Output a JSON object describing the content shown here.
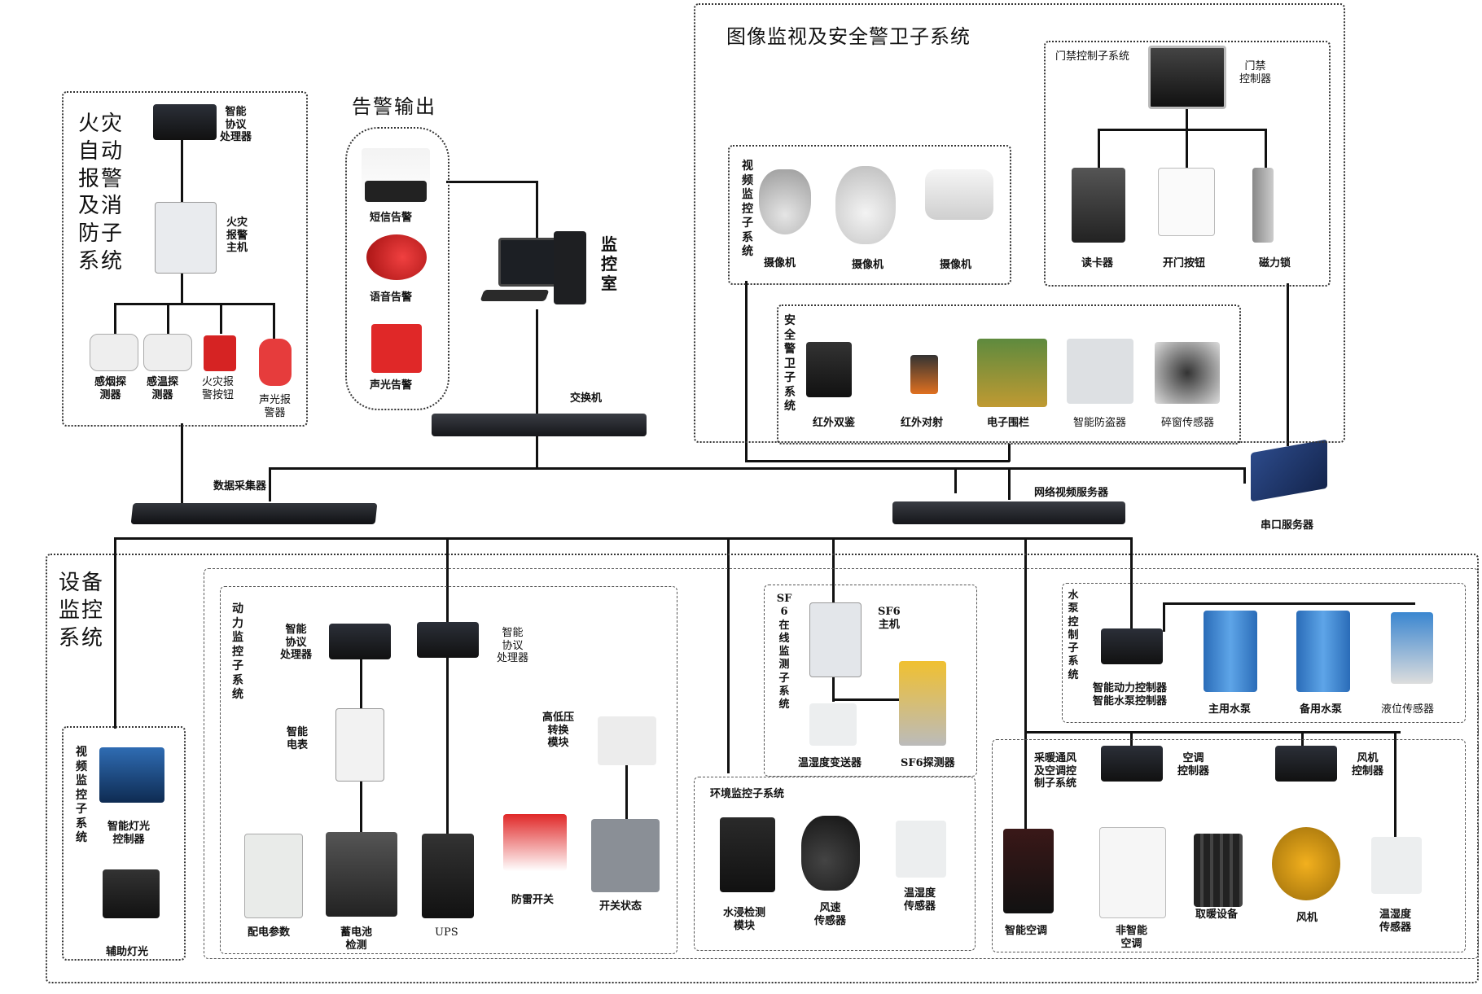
{
  "fire": {
    "title": "火灾\n自动\n报警\n及消\n防子\n系统",
    "proc": "智能\n协议\n处理器",
    "host": "火灾\n报警\n主机",
    "smoke": "感烟探\n测器",
    "temp": "感温探\n测器",
    "button": "火灾报\n警按钮",
    "sound": "声光报\n警器"
  },
  "alarm": {
    "title": "告警输出",
    "sms": "短信告警",
    "voice": "语音告警",
    "sl": "声光告警"
  },
  "monitor_room": "监\n控\n室",
  "switch": "交换机",
  "collector": "数据采集器",
  "nvs": "网络视频服务器",
  "serial": "串口服务器",
  "security": {
    "title": "图像监视及安全警卫子系统",
    "video_sub": "视频监控子系统",
    "camera1": "摄像机",
    "camera2": "摄像机",
    "camera3": "摄像机",
    "access_sub": "门禁控制子系统",
    "access_ctrl": "门禁\n控制器",
    "card": "读卡器",
    "door_btn": "开门按钮",
    "mag_lock": "磁力锁",
    "guard_sub": "安全警卫子系统",
    "ir_dual": "红外双鉴",
    "ir_beam": "红外对射",
    "fence": "电子围栏",
    "anti_theft": "智能防盗器",
    "glass": "碎窗传感器"
  },
  "equip": {
    "title": "设备\n监控\n系统",
    "power_sub": "动力监控子系统",
    "proc1": "智能\n协议\n处理器",
    "proc2": "智能\n协议\n处理器",
    "meter": "智能\n电表",
    "hv": "高低压\n转换\n模块",
    "dist": "配电参数",
    "battery": "蓄电池\n检测",
    "ups": "UPS",
    "surge": "防雷开关",
    "switch_state": "开关状态",
    "sf6_sub": "SF6在线监测子系统",
    "sf6_host": "SF6\n主机",
    "th_trans": "温湿度变送器",
    "sf6_det": "SF6探测器",
    "env_sub": "环境监控子系统",
    "water": "水浸检测\n模块",
    "wind": "风速\n传感器",
    "th_sensor": "温湿度\n传感器",
    "pump_sub": "水泵控制子系统",
    "pump_ctrl": "智能动力控制器\n智能水泵控制器",
    "main_pump": "主用水泵",
    "backup_pump": "备用水泵",
    "level": "液位传感器",
    "hvac_sub": "采暖通风\n及空调控\n制子系统",
    "ac_ctrl": "空调\n控制器",
    "fan_ctrl": "风机\n控制器",
    "smart_ac": "智能空调",
    "non_ac": "非智能\n空调",
    "heater": "取暖设备",
    "fan": "风机",
    "th2": "温湿度\n传感器",
    "video_sub": "视频监控子系统",
    "light_ctrl": "智能灯光\n控制器",
    "aux_light": "辅助灯光"
  }
}
